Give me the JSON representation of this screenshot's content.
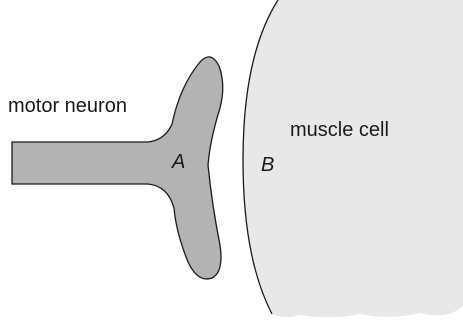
{
  "labels": {
    "motor_neuron": "motor neuron",
    "muscle_cell": "muscle cell",
    "point_a": "A",
    "point_b": "B"
  },
  "colors": {
    "neuron_fill": "#b3b3b3",
    "muscle_fill": "#e8e8e8",
    "outline": "#1a1a1a"
  }
}
